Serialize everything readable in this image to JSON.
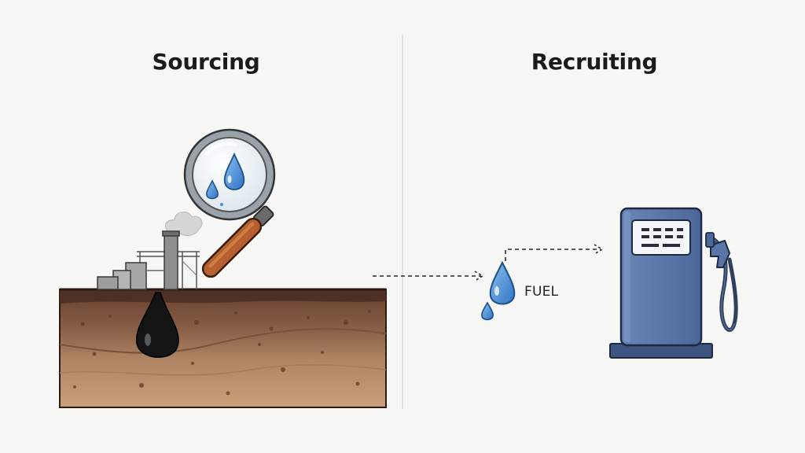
{
  "diagram": {
    "left_heading": "Sourcing",
    "right_heading": "Recruiting",
    "fuel_label": "FUEL"
  },
  "colors": {
    "background": "#f7f7f6",
    "soil_top": "#5b3a2a",
    "soil_mid": "#8a6048",
    "soil_bottom": "#c39a73",
    "oil": "#111111",
    "water_drop": "#4a8fd6",
    "magnifier_handle": "#b8612f",
    "pump_body": "#5a76a8",
    "pump_dark": "#2f3f5c"
  },
  "icons": [
    "magnifying-glass-icon",
    "water-drop-icon",
    "oil-drop-icon",
    "factory-icon",
    "fuel-pump-icon",
    "dashed-arrow-icon"
  ]
}
